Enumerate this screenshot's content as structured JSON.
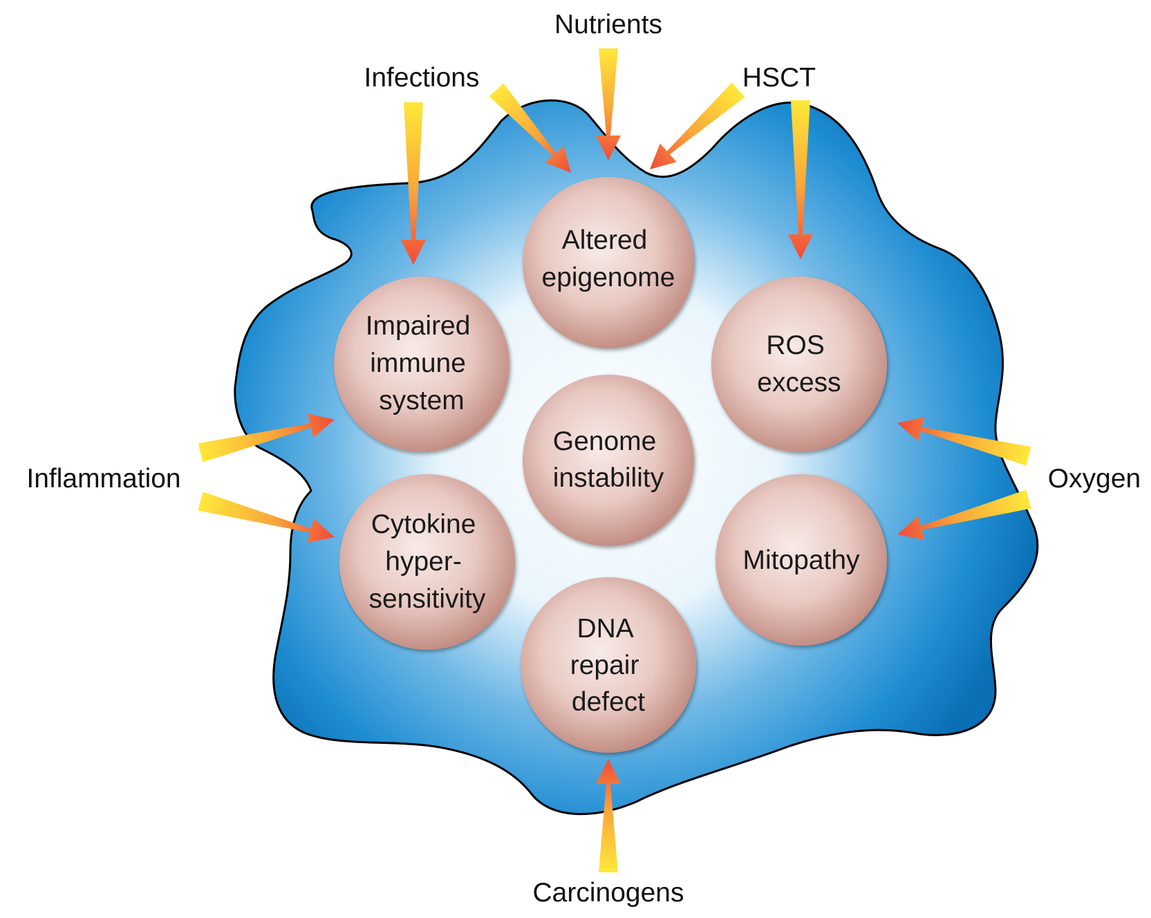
{
  "external_factors": {
    "nutrients": "Nutrients",
    "infections": "Infections",
    "hsct": "HSCT",
    "inflammation": "Inflammation",
    "oxygen": "Oxygen",
    "carcinogens": "Carcinogens"
  },
  "nodes": {
    "altered_epigenome": [
      "Altered",
      "epigenome"
    ],
    "impaired_immune_system": [
      "Impaired",
      "immune",
      "system"
    ],
    "ros_excess": [
      "ROS",
      "excess"
    ],
    "genome_instability": [
      "Genome",
      "instability"
    ],
    "cytokine_hypersensitivity": [
      "Cytokine",
      "hyper-",
      "sensitivity"
    ],
    "mitopathy": [
      "Mitopathy"
    ],
    "dna_repair_defect": [
      "DNA",
      "repair",
      "defect"
    ]
  },
  "colors": {
    "cell_edge": "#0a78c2",
    "cell_center": "#ffffff",
    "cell_outline": "#000000",
    "node_fill_light": "#f6e6e2",
    "node_fill_dark": "#c9938a",
    "arrow_tail": "#ffe83a",
    "arrow_head": "#f04a3a"
  }
}
